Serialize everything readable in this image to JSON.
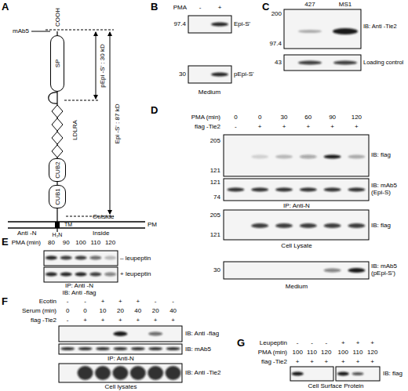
{
  "diagram": {
    "nodes": [
      {
        "text": [
          "SP"
        ]
      },
      {
        "text": [
          "CUB2"
        ]
      },
      {
        "text": [
          "CUB1"
        ]
      }
    ],
    "labels": [
      "A",
      "COOH",
      "mAb5",
      "pEpi -S' : 30  kD",
      "Epi -S' : 87  kD",
      "LDLRA",
      "Outside",
      "TM",
      "PM",
      "Anti -N",
      "Inside",
      "H₂N",
      "B",
      "PMA",
      "-",
      "+",
      "97.4",
      "Epi-S'",
      "30",
      "pEpi-S'",
      "Medium",
      "C",
      "427",
      "MS1",
      "200",
      "97.4",
      "IB: Anti  -Tie2",
      "43",
      "Loading control",
      "D",
      "PMA (min)",
      "0",
      "0",
      "30",
      "60",
      "90",
      "120",
      "flag -Tie2",
      "-",
      "+",
      "+",
      "+",
      "+",
      "+",
      "205",
      "121",
      "IB: flag",
      "121",
      "74",
      "IB: mAb5 (Epi-S)",
      "IP: Anti-N",
      "205",
      "121",
      "IB: flag",
      "Cell Lysate",
      "30",
      "IB: mAb5 (pEpi-S')",
      "Medium",
      "E",
      "PMA (min)",
      "80",
      "90",
      "100",
      "110",
      "120",
      "– leupeptin",
      "+ leupeptin",
      "IP: Anti  -N",
      "IB: Anti  -flag",
      "F",
      "Ecotin",
      "-",
      "-",
      "+",
      "+",
      "+",
      "-",
      "-",
      "Serum (min)",
      "0",
      "0",
      "10",
      "20",
      "40",
      "20",
      "40",
      "flag -Tie2",
      "-",
      "+",
      "+",
      "+",
      "+",
      "+",
      "+",
      "IB: Anti  -flag",
      "IB: mAb5",
      "IP: Anti-N",
      "IB: Anti  -Tie2",
      "Cell lysates",
      "G",
      "Leupeptin",
      "-",
      "-",
      "-",
      "+",
      "+",
      "+",
      "PMA (min)",
      "100",
      "110",
      "120",
      "100",
      "110",
      "120",
      "flag -Tie2",
      "+",
      "+",
      "+",
      "+",
      "+",
      "+",
      "IB: flag",
      "Cell Surface Protein"
    ]
  }
}
